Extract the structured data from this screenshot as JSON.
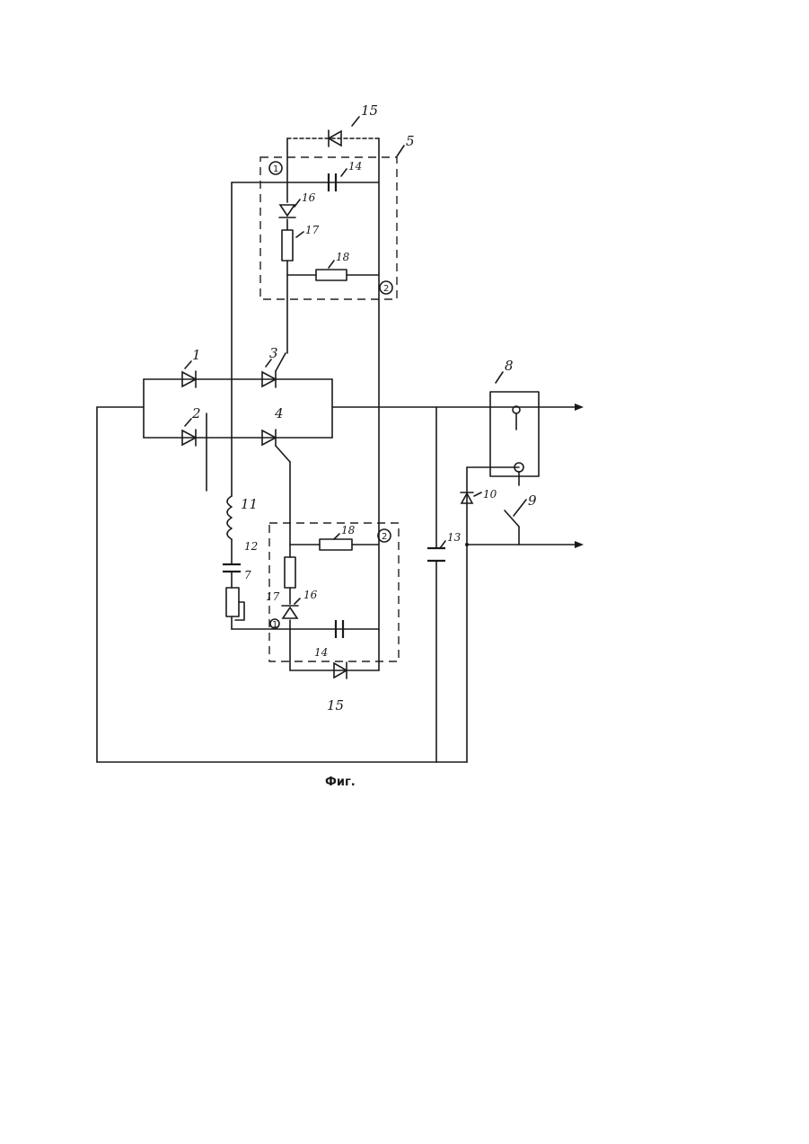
{
  "caption": "Фиг.",
  "labels": {
    "d1": "1",
    "d2": "2",
    "t3": "3",
    "t4": "4",
    "box5": "5",
    "r7": "7",
    "block8": "8",
    "sw9": "9",
    "d10": "10",
    "l11": "11",
    "c12": "12",
    "c13": "13",
    "c14_top": "14",
    "c14_bot": "14",
    "d15_top": "15",
    "d15_bot": "15",
    "d16_top": "16",
    "d16_bot": "16",
    "r17_top": "17",
    "r17_bot": "17",
    "r18_top": "18",
    "r18_bot": "18",
    "node1_top": "1",
    "node2_top": "2",
    "node1_bot": "1",
    "node2_bot": "2"
  }
}
